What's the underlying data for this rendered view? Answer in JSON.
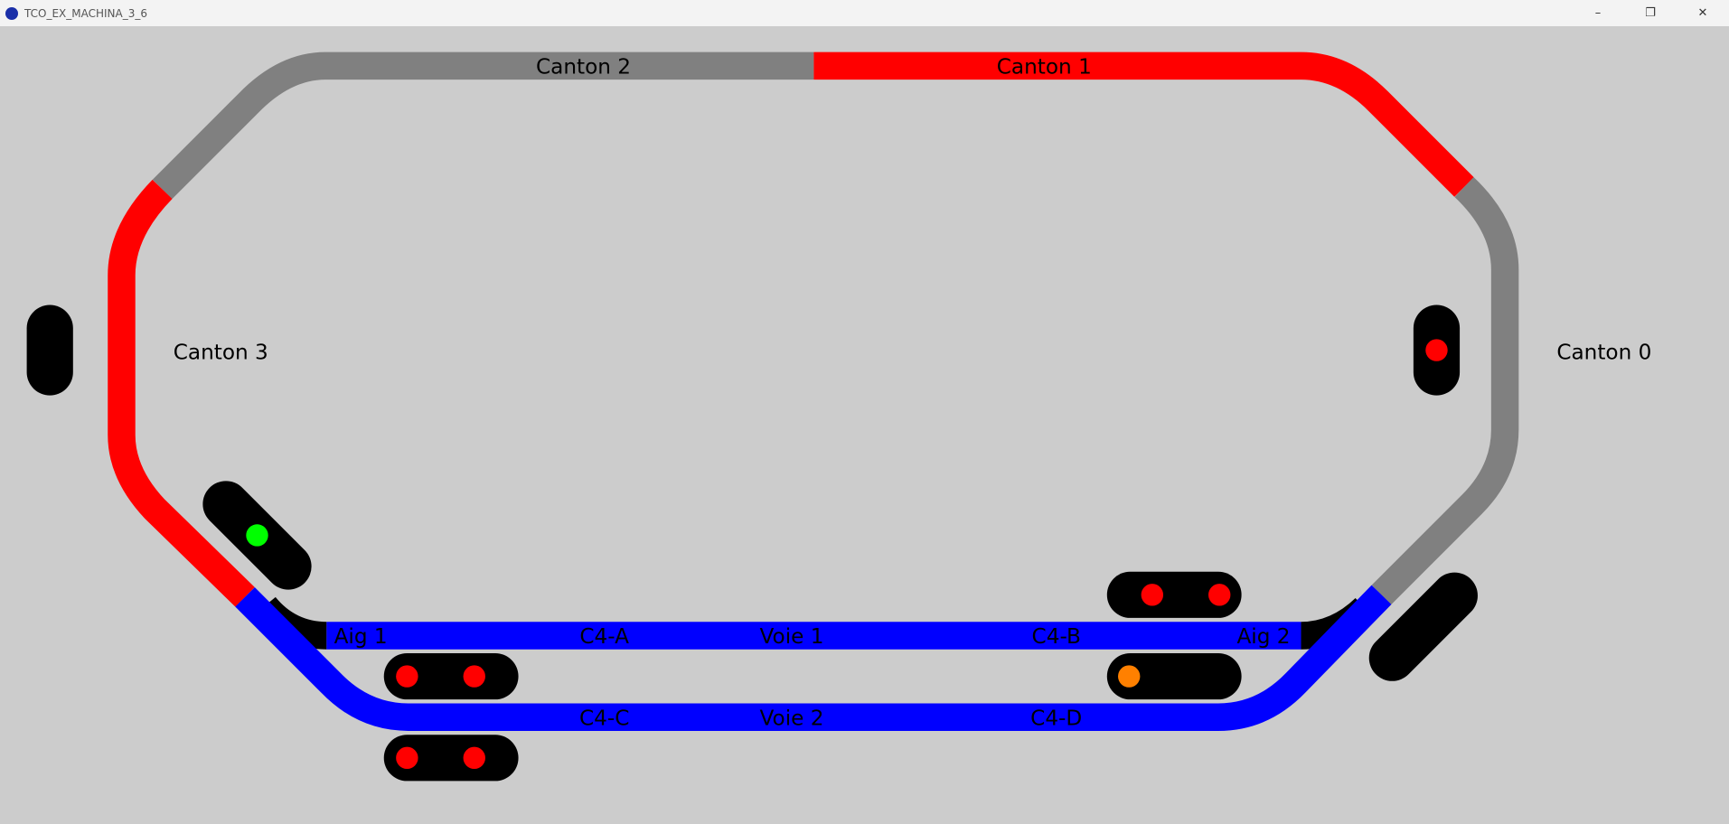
{
  "window": {
    "title": "TCO_EX_MACHINA_3_6",
    "minimize": "–",
    "restore": "❐",
    "close": "✕"
  },
  "colors": {
    "occupied": "#ff0000",
    "free": "#808080",
    "route": "#0000ff",
    "background": "#cccccc",
    "signal_red": "#ff0000",
    "signal_green": "#00ff00",
    "signal_orange": "#ff8000"
  },
  "cantons": {
    "c0": "Canton 0",
    "c1": "Canton 1",
    "c2": "Canton 2",
    "c3": "Canton 3"
  },
  "tracks": {
    "aig1": "Aig 1",
    "aig2": "Aig 2",
    "c4a": "C4-A",
    "c4b": "C4-B",
    "c4c": "C4-C",
    "c4d": "C4-D",
    "voie1": "Voie 1",
    "voie2": "Voie 2"
  },
  "signals": [
    {
      "id": "left-vertical",
      "lights": []
    },
    {
      "id": "canton0",
      "lights": [
        "red"
      ]
    },
    {
      "id": "canton3-diagonal",
      "lights": [
        "green"
      ]
    },
    {
      "id": "aig2-diagonal",
      "lights": []
    },
    {
      "id": "voie1-right",
      "lights": [
        "red",
        "red"
      ]
    },
    {
      "id": "voie2-right",
      "lights": [
        "orange"
      ]
    },
    {
      "id": "voie1-left",
      "lights": [
        "red",
        "red"
      ]
    },
    {
      "id": "voie2-left",
      "lights": [
        "red",
        "red"
      ]
    }
  ]
}
